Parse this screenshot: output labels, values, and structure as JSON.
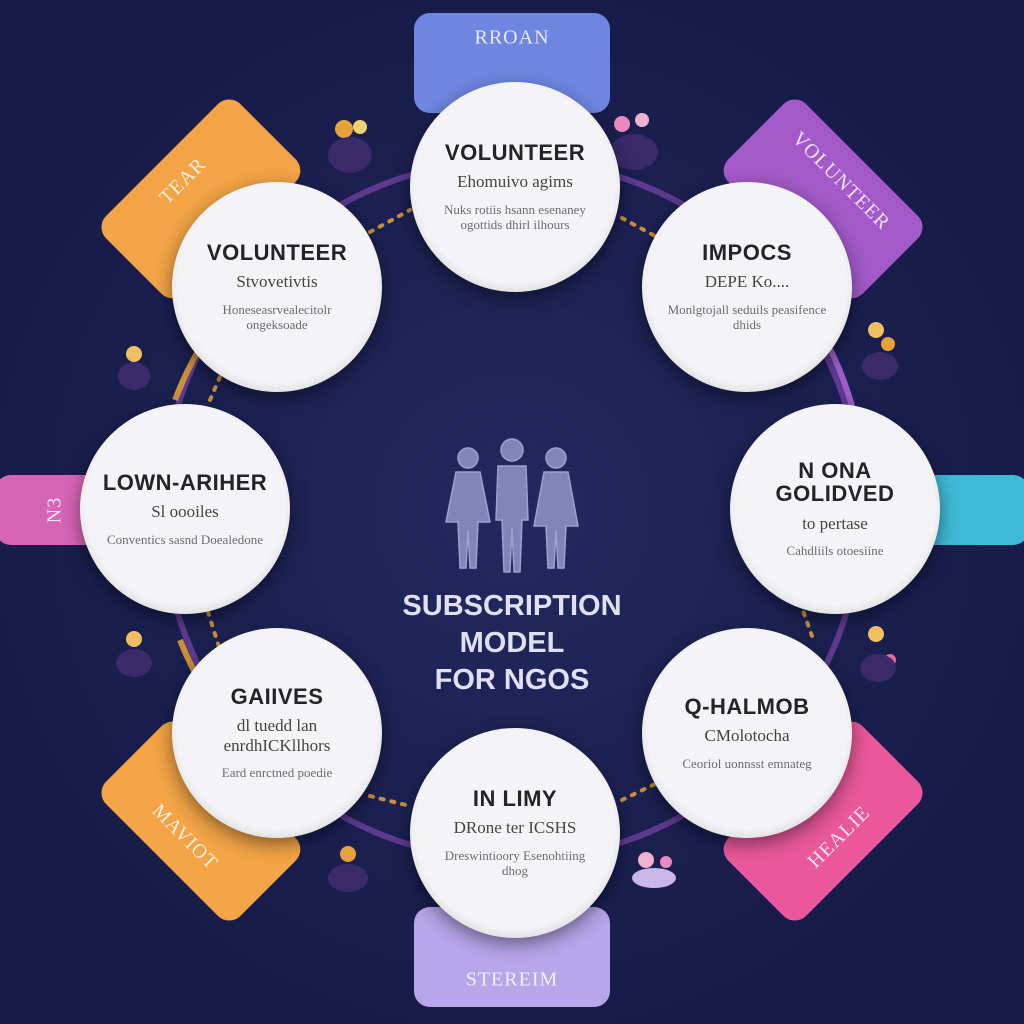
{
  "center": {
    "title": "SUBSCRIPTION\nMODEL\nFOR NGOS"
  },
  "tabs": [
    {
      "label": "RROAN",
      "color": "#6f86e0"
    },
    {
      "label": "VOLUNTEER",
      "color": "#a35ac8"
    },
    {
      "label": "",
      "color": "#3fb9d6"
    },
    {
      "label": "HEALIE",
      "color": "#e8589a"
    },
    {
      "label": "STEREIM",
      "color": "#b7a6ea"
    },
    {
      "label": "MAVIOT",
      "color": "#f2a446"
    },
    {
      "label": "N3",
      "color": "#d765b5"
    },
    {
      "label": "TEAR",
      "color": "#f2a446"
    }
  ],
  "nodes": [
    {
      "title": "VOLUNTEER",
      "sub": "Ehomuivo agims",
      "desc": "Nuks rotiis hsann esenaney ogottids dhirl ilhours"
    },
    {
      "title": "IMPOCS",
      "sub": "DEPE Ko....",
      "desc": "Monlgtojall seduils peasifence dhids"
    },
    {
      "title": "N ONA\nGOLIDVED",
      "sub": "to pertase",
      "desc": "Cahdliils otoesiine"
    },
    {
      "title": "Q-HALMOB",
      "sub": "CMolotocha",
      "desc": "Ceoriol uonnsst emnateg"
    },
    {
      "title": "IN LIMY",
      "sub": "DRone ter ICSHS",
      "desc": "Dreswintioory Esenohtiing dhog"
    },
    {
      "title": "GAIIVES",
      "sub": "dl tuedd lan enrdhICKllhors",
      "desc": "Eard enrctned poedie"
    },
    {
      "title": "LOWN-ARIHER",
      "sub": "Sl oooiles",
      "desc": "Conventics sasnd Doealedone"
    },
    {
      "title": "VOLUNTEER",
      "sub": "Stvovetivtis",
      "desc": "Honeseasrvealecitolr ongeksoade"
    }
  ],
  "icons": {
    "center": "people-group-icon",
    "decoration": "people-cluster-icon"
  },
  "colors": {
    "background": "#1a1f52",
    "ring": "#7a4fa8",
    "ring_accent": "#c9903a"
  }
}
